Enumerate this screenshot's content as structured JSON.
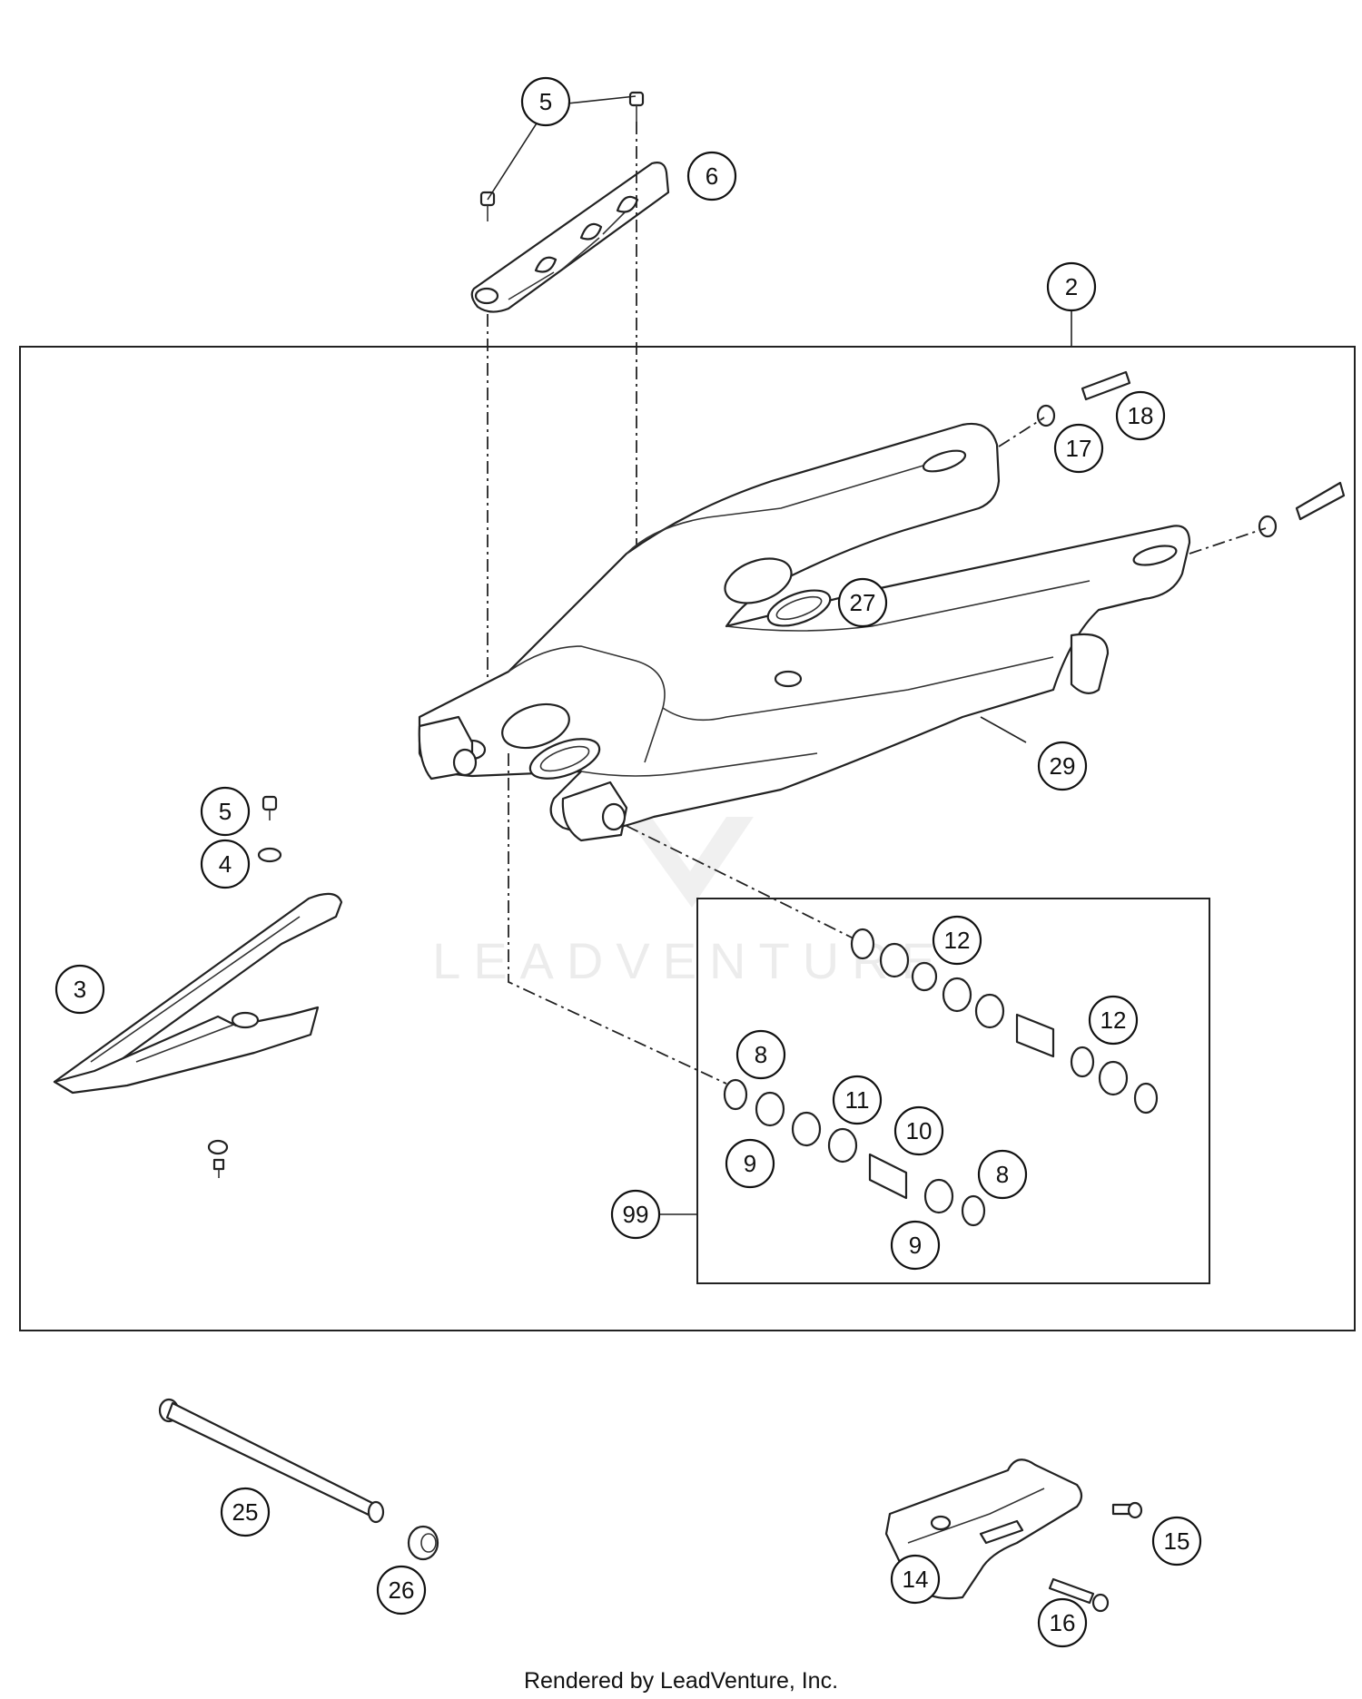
{
  "watermark": "LEADVENTURE",
  "footer": "Rendered by LeadVenture, Inc.",
  "callouts": [
    "5",
    "6",
    "2",
    "18",
    "17",
    "27",
    "29",
    "5",
    "4",
    "3",
    "12",
    "12",
    "8",
    "11",
    "10",
    "8",
    "9",
    "9",
    "99",
    "25",
    "26",
    "15",
    "14",
    "16"
  ]
}
